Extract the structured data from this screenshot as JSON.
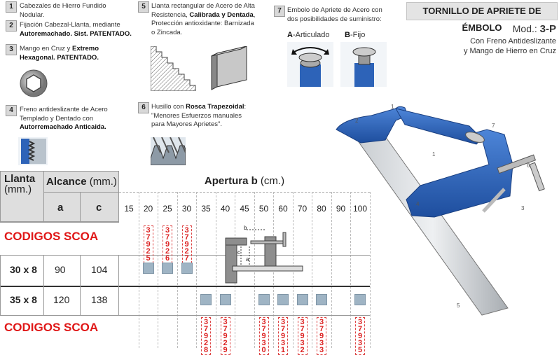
{
  "features": [
    {
      "num": "1",
      "text": "Cabezales de Hierro Fundido Nodular."
    },
    {
      "num": "2",
      "text_a": "Fijación Cabezal-Llanta, mediante ",
      "bold_a": "Autoremachado. Sist. PATENTADO."
    },
    {
      "num": "3",
      "text_a": "Mango en Cruz y ",
      "bold_a": "Extremo Hexagonal. PATENTADO."
    },
    {
      "num": "4",
      "text_a": "Freno antideslizante de Acero Templado y Dentado con ",
      "bold_a": "Autorremachado Anticaida."
    },
    {
      "num": "5",
      "text_a": "Llanta rectangular de Acero de Alta Resistencia, ",
      "bold_a": "Calibrada y Dentada",
      "text_b": ", Protección antioxidante: Barnizada o Zincada."
    },
    {
      "num": "6",
      "text_a": "Husillo con ",
      "bold_a": "Rosca Trapezoidal",
      "text_b": ": \"Menores Esfuerzos manuales para Mayores Aprietes\"."
    },
    {
      "num": "7",
      "text_a": "Embolo de Apriete de Acero con dos posibilidades de suministro:"
    }
  ],
  "options": {
    "a_letter": "A",
    "a_text": "-Articulado",
    "b_letter": "B",
    "b_text": "-Fijo"
  },
  "title": "TORNILLO DE APRIETE DE ÉMBOLO",
  "model_prefix": "Mod.: ",
  "model_code": "3-P",
  "subtitle_1": "Con Freno Antideslizante",
  "subtitle_2": "y Mango de Hierro en Cruz",
  "table": {
    "h_llanta": "Llanta",
    "h_mm": "(mm.)",
    "h_alcance": "Alcance",
    "h_alcance_unit": "(mm.)",
    "h_apertura": "Apertura b",
    "h_apertura_unit": "(cm.)",
    "h_a": "a",
    "h_c": "c",
    "columns": [
      "15",
      "20",
      "25",
      "30",
      "35",
      "40",
      "45",
      "50",
      "60",
      "70",
      "80",
      "90",
      "100"
    ],
    "codigos_label": "CODIGOS SCOA",
    "rows": [
      {
        "llanta": "30 x 8",
        "a": "90",
        "c": "104"
      },
      {
        "llanta": "35 x 8",
        "a": "120",
        "c": "138"
      }
    ],
    "codes_top": [
      {
        "col": "20",
        "code": "37925"
      },
      {
        "col": "25",
        "code": "37926"
      },
      {
        "col": "30",
        "code": "37927"
      }
    ],
    "codes_bottom": [
      {
        "col": "35",
        "code": "37928"
      },
      {
        "col": "40",
        "code": "37929"
      },
      {
        "col": "50",
        "code": "37930"
      },
      {
        "col": "60",
        "code": "37931"
      },
      {
        "col": "70",
        "code": "37932"
      },
      {
        "col": "80",
        "code": "37933"
      },
      {
        "col": "100",
        "code": "37935"
      }
    ]
  },
  "diagram_labels": {
    "a": "a",
    "b": "b",
    "c": "c"
  },
  "callouts": [
    "1",
    "2",
    "7",
    "1",
    "6",
    "4",
    "3",
    "5"
  ],
  "colors": {
    "accent_blue": "#2d63b8",
    "code_red": "#e01818",
    "square_blue": "#9fb4c4"
  }
}
